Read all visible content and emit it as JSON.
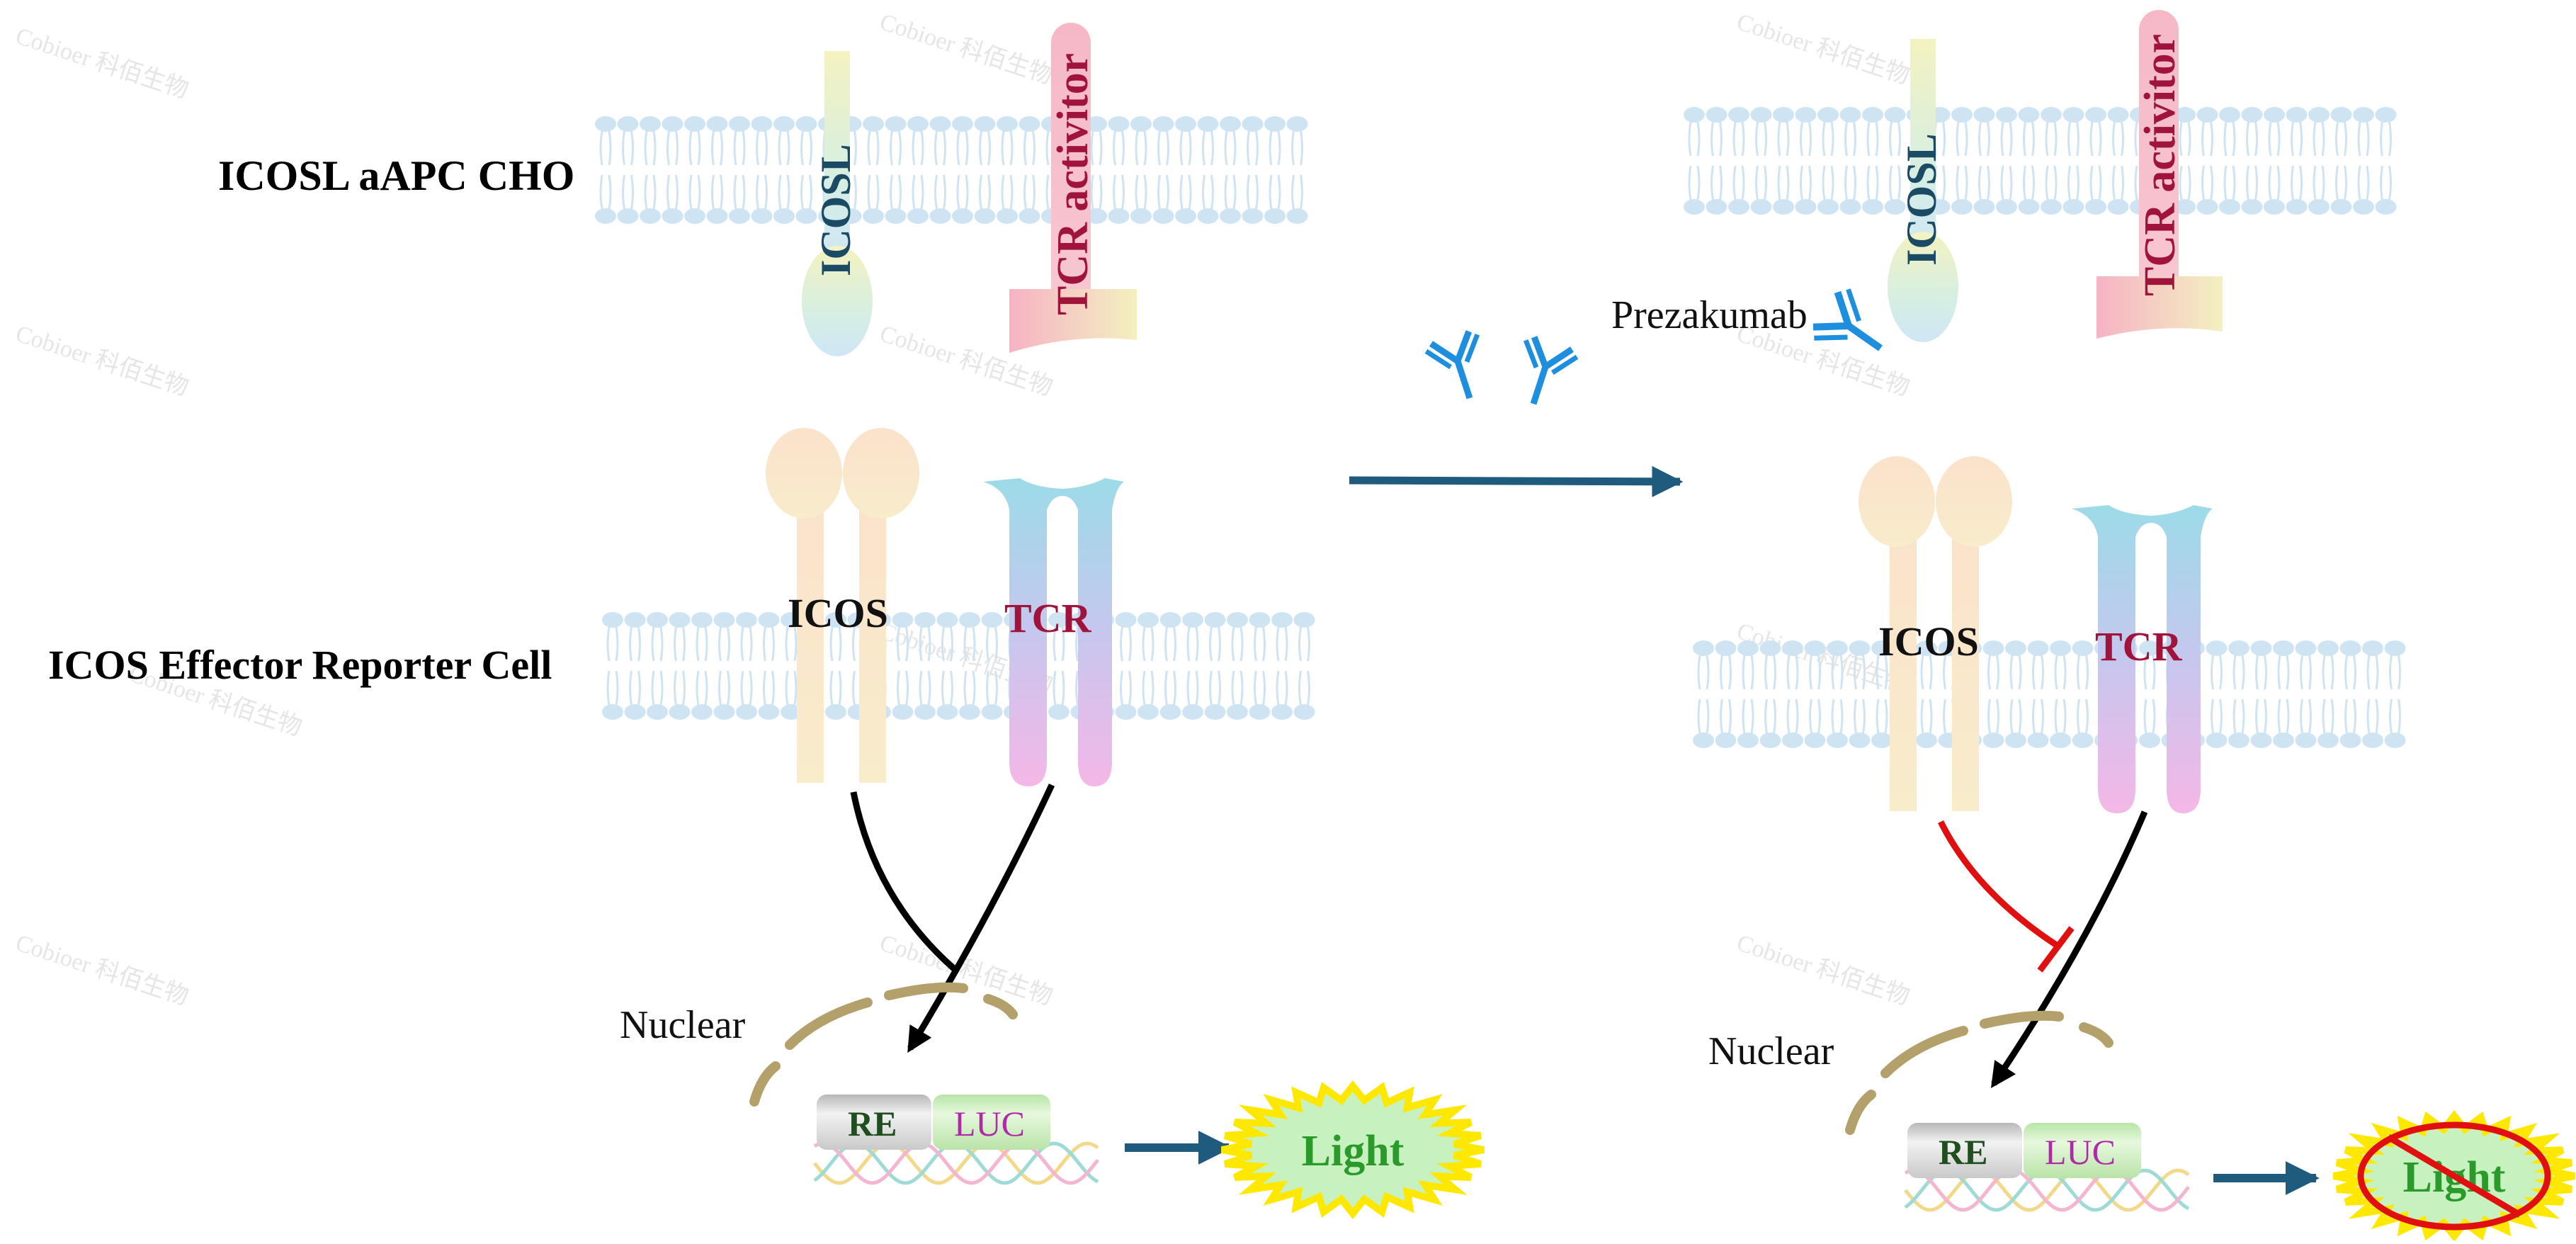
{
  "watermark": "Cobioer 科佰生物",
  "labels": {
    "apc_cell": "ICOSL aAPC CHO",
    "effector_cell": "ICOS Effector Reporter Cell",
    "icosl": "ICOSL",
    "tcr_activator": "TCR activitor",
    "icos": "ICOS",
    "tcr": "TCR",
    "nuclear": "Nuclear",
    "re": "RE",
    "luc": "LUC",
    "light": "Light",
    "antibody": "Prezakumab"
  },
  "colors": {
    "membrane": "#cfe4f3",
    "arrow": "#1f5b7c",
    "antibody": "#1e8ede",
    "inhibit": "#e01010",
    "tcr_activator_text": "#a0143c",
    "icosl_text": "#1b4a64",
    "light_text": "#2a9a2a",
    "re_text": "#1f4f1f",
    "luc_text": "#b02aa8",
    "nuclear_membrane": "#b3a06a"
  }
}
